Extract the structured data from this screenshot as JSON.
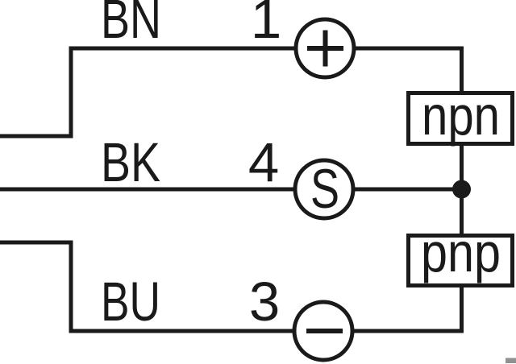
{
  "diagram": {
    "wires": [
      {
        "label": "BN",
        "pin": "1",
        "terminal_symbol": "+"
      },
      {
        "label": "BK",
        "pin": "4",
        "terminal_symbol": "S"
      },
      {
        "label": "BU",
        "pin": "3",
        "terminal_symbol": "−"
      }
    ],
    "output_types": [
      {
        "label": "npn"
      },
      {
        "label": "pnp"
      }
    ],
    "colors": {
      "line": "#1a1a1a",
      "background": "#ffffff",
      "watermark": "#919191"
    }
  }
}
